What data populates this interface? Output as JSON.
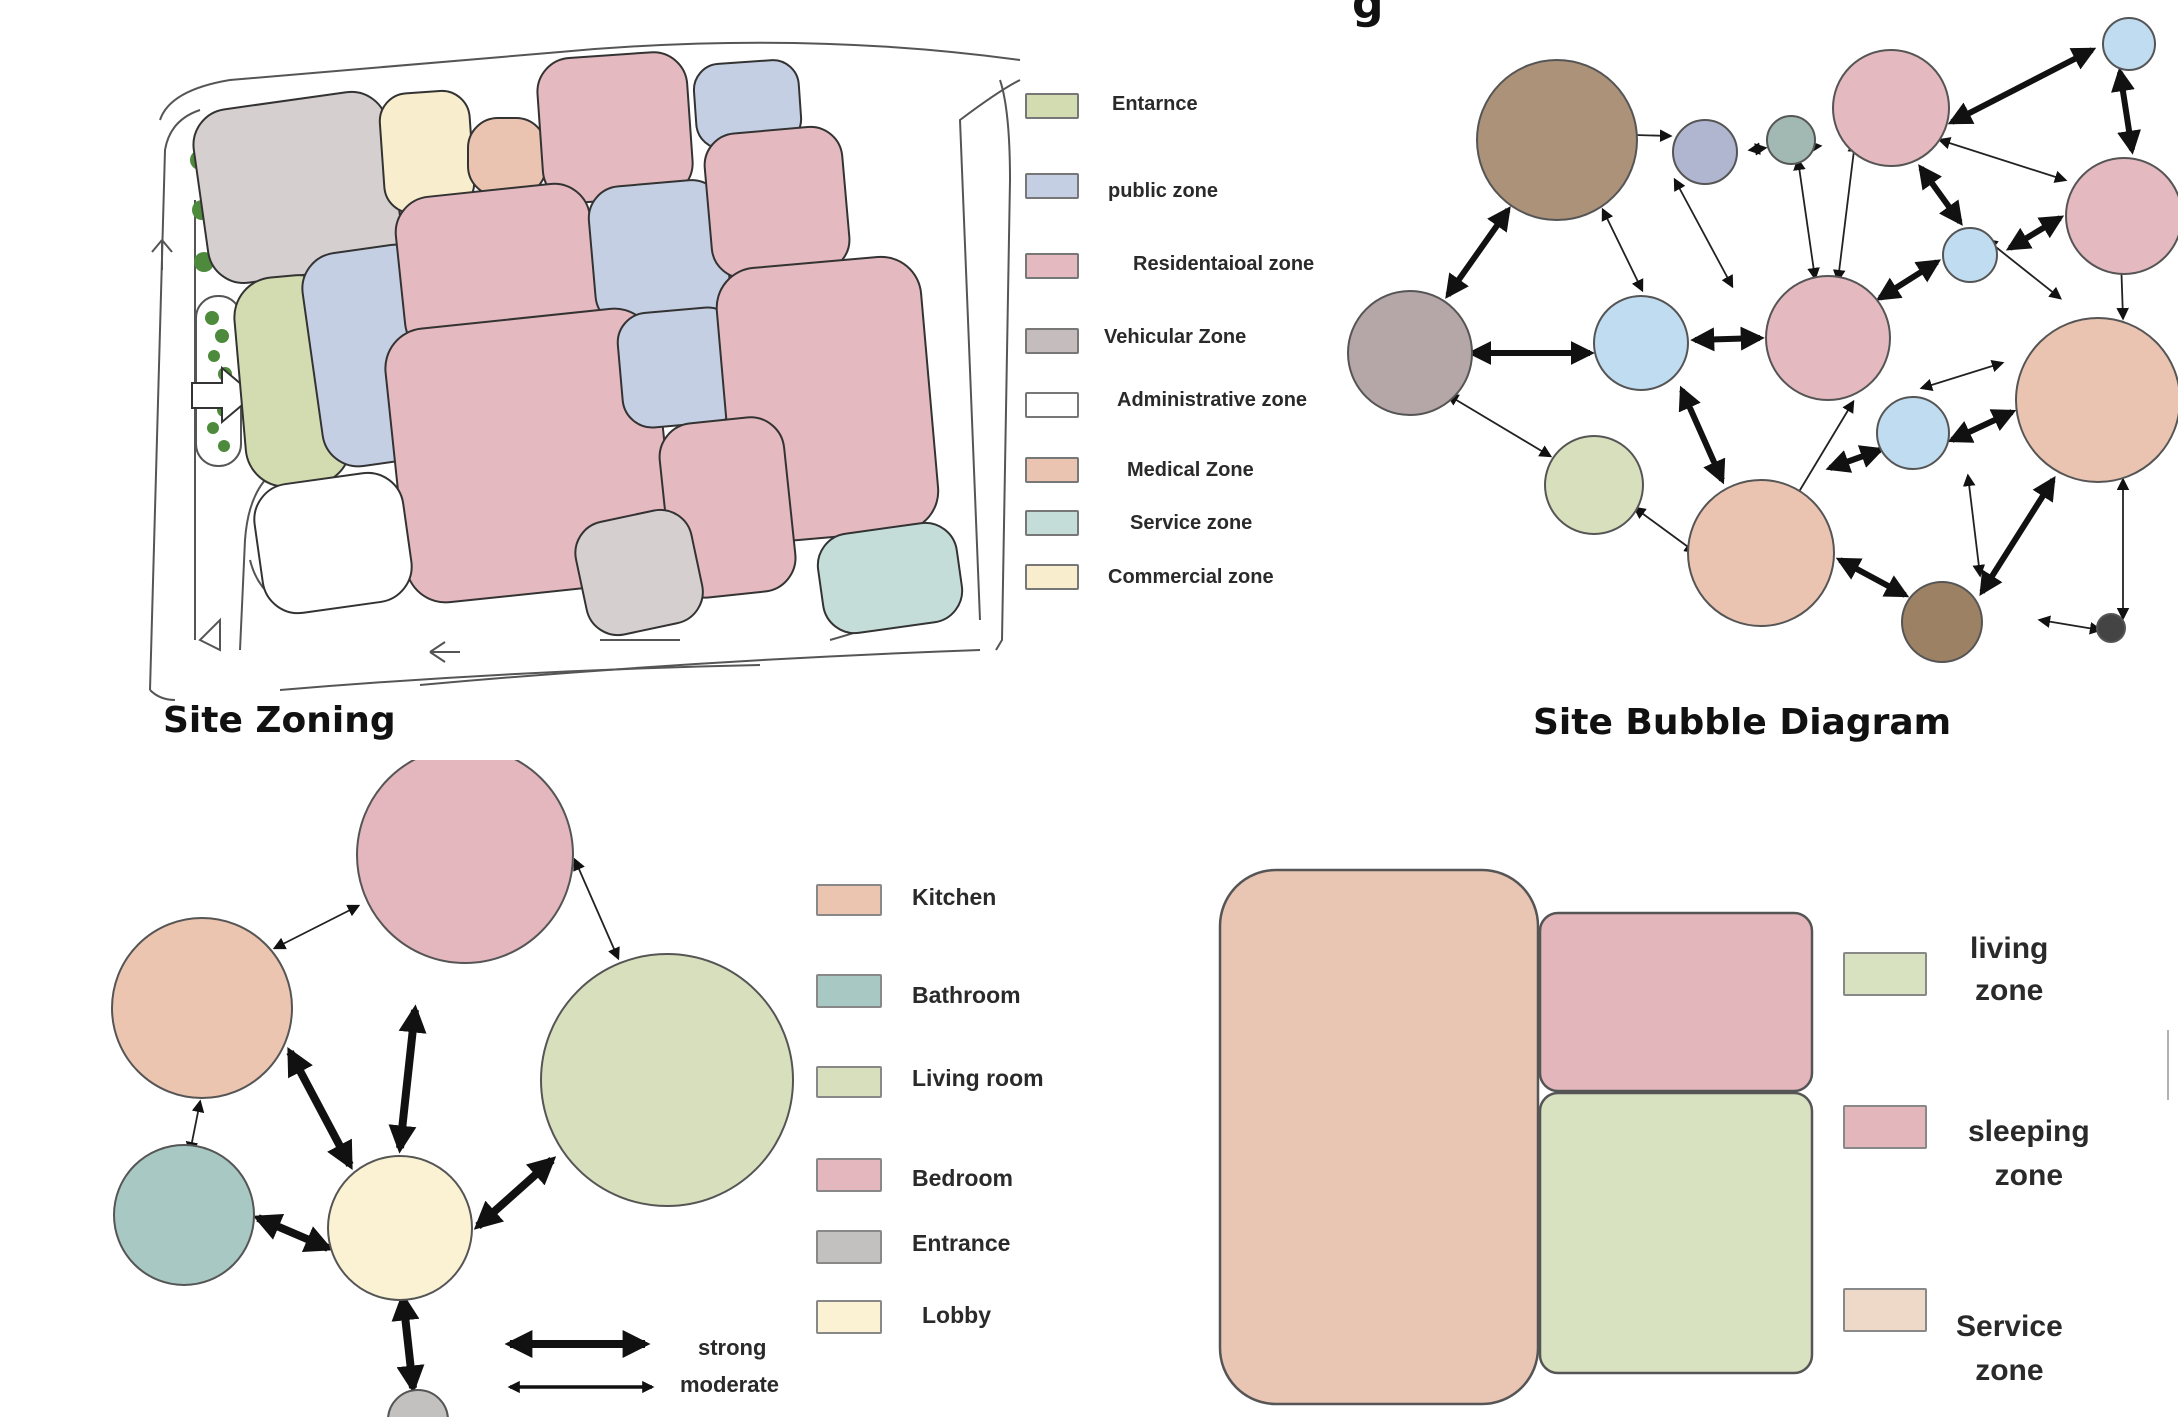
{
  "top_title_fragment": "g",
  "site_zoning": {
    "title": "Site Zoning",
    "legend": [
      {
        "label": "Entarnce",
        "color": "#d3dcb1"
      },
      {
        "label": "public zone",
        "color": "#c5cfe4"
      },
      {
        "label": "Residentaioal zone",
        "color": "#e4b9bf"
      },
      {
        "label": "Vehicular Zone",
        "color": "#c5bcbd"
      },
      {
        "label": "Administrative zone",
        "color": "#ffffff"
      },
      {
        "label": "Medical Zone",
        "color": "#eac4b1"
      },
      {
        "label": "Service zone",
        "color": "#c4ddd8"
      },
      {
        "label": "Commercial zone",
        "color": "#f8edcc"
      }
    ]
  },
  "site_bubble": {
    "title": "Site Bubble Diagram"
  },
  "house_bubble": {
    "legend": [
      {
        "label": "Kitchen",
        "color": "#ecc5b1"
      },
      {
        "label": "Bathroom",
        "color": "#a8c8c3"
      },
      {
        "label": "Living room",
        "color": "#d7dfbd"
      },
      {
        "label": "Bedroom",
        "color": "#e3b7bd"
      },
      {
        "label": "Entrance",
        "color": "#c3c0c0"
      },
      {
        "label": "Lobby",
        "color": "#fbf2d4"
      }
    ],
    "arrow_legend": [
      "strong",
      "moderate"
    ]
  },
  "zoning_blocks": {
    "legend": [
      {
        "label_lines": [
          "living",
          "zone"
        ],
        "color": "#d8e1c0"
      },
      {
        "label_lines": [
          "sleeping",
          "zone"
        ],
        "color": "#e2b6bb"
      },
      {
        "label_lines": [
          "Service",
          "zone"
        ],
        "color": "#eed8c8"
      }
    ]
  }
}
